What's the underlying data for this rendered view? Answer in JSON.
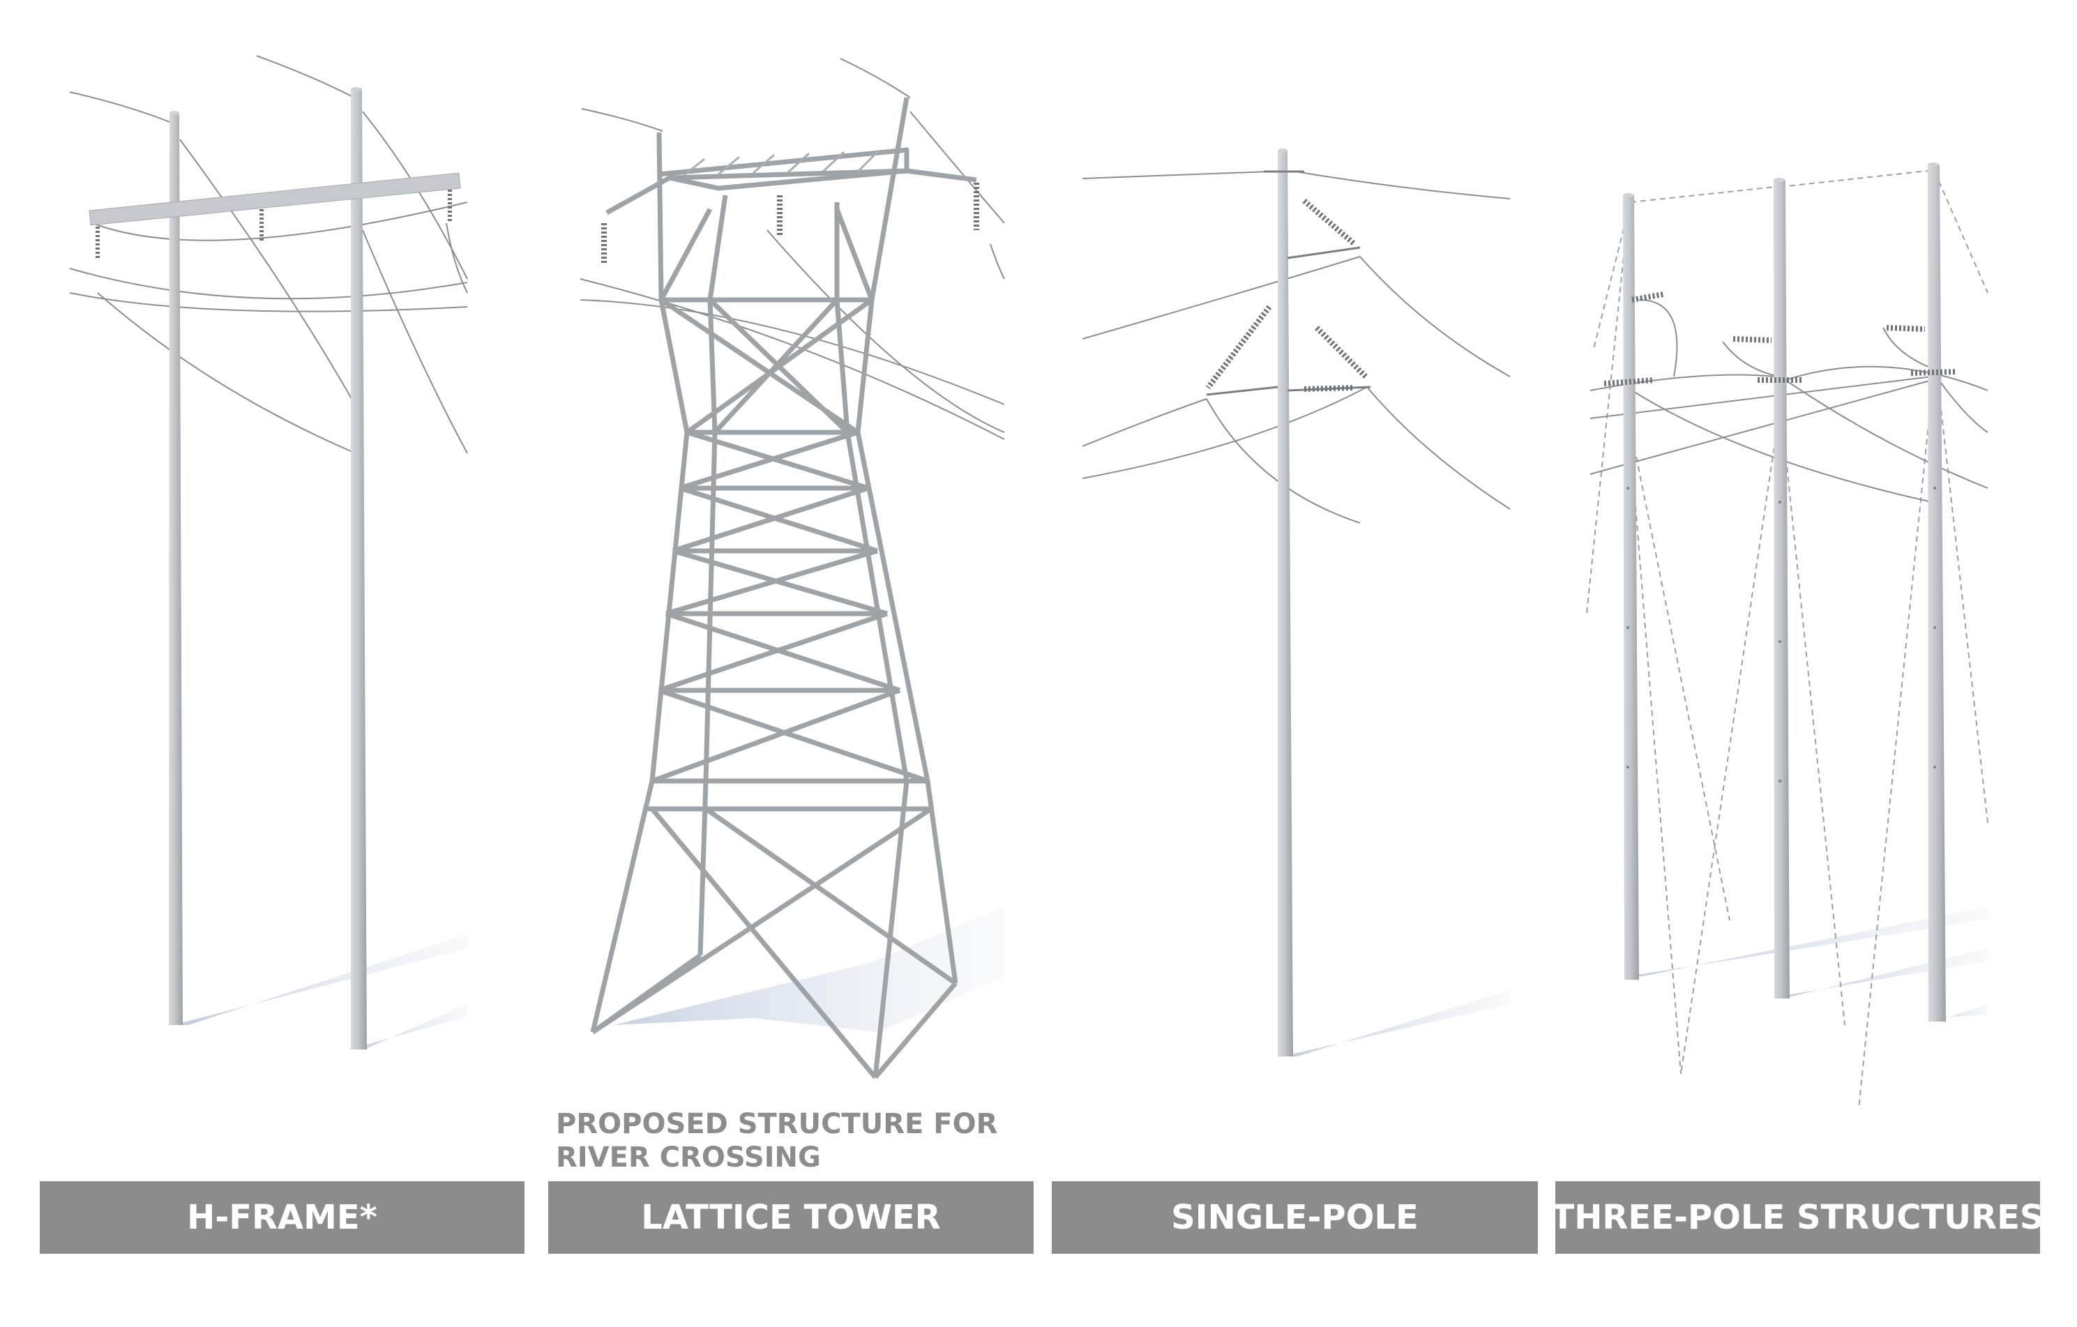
{
  "structures": [
    {
      "label": "H-FRAME*",
      "icon": "h-frame-pole-illustration"
    },
    {
      "label": "LATTICE TOWER",
      "icon": "lattice-tower-illustration",
      "note_lines": [
        "PROPOSED STRUCTURE FOR",
        "RIVER CROSSING"
      ]
    },
    {
      "label": "SINGLE-POLE",
      "icon": "single-pole-illustration"
    },
    {
      "label": "THREE-POLE STRUCTURES",
      "icon": "three-pole-illustration"
    }
  ],
  "colors": {
    "label_bar": "#8c8c8c",
    "label_text": "#ffffff",
    "note_text": "#8c8c8c",
    "pole": "#c4c8cc",
    "steel": "#9ea3a8",
    "wire": "#8a8e92",
    "shadow": "#c9d3e6"
  }
}
